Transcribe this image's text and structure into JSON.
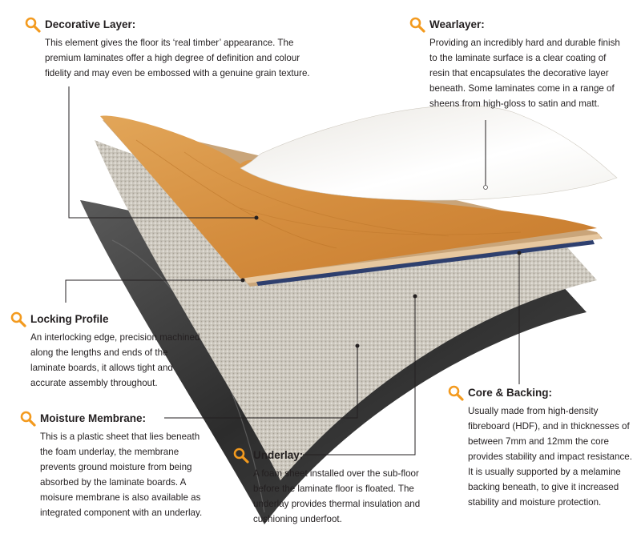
{
  "callouts": {
    "decorative": {
      "title": "Decorative Layer:",
      "body": "This element gives the floor its ‘real timber’ appearance. The premium laminates offer a high degree of definition and colour fidelity and may even be embossed with a genuine grain texture."
    },
    "wearlayer": {
      "title": "Wearlayer:",
      "body": "Providing an incredibly hard and durable finish to the laminate surface is a clear coating of resin that encapsulates the decorative layer beneath. Some laminates come in a range of sheens from high-gloss to satin and matt."
    },
    "locking": {
      "title": "Locking Profile",
      "body": "An interlocking edge, precision machined along the lengths and ends of the laminate boards, it allows tight and accurate assembly throughout."
    },
    "core": {
      "title": "Core & Backing:",
      "body": "Usually made from high-density fibreboard (HDF), and in thicknesses of between 7mm and 12mm the core provides stability and impact resistance. It is usually supported by a melamine backing beneath, to give it increased stability and moisture protection."
    },
    "moisture": {
      "title": "Moisture Membrane:",
      "body": "This is a plastic sheet that lies beneath the foam underlay, the membrane prevents ground moisture from being absorbed by the laminate boards. A moisure membrane is also available as integrated component with an underlay."
    },
    "underlay": {
      "title": "Underlay:",
      "body": "A foam sheet installed over the sub-floor before the laminate floor is floated. The underlay provides thermal insulation and cushioning underfoot."
    }
  },
  "icon_name": "magnifier-icon",
  "colors": {
    "accent": "#f39a1e",
    "text": "#231f20",
    "wood": "#d9923f",
    "core_edge": "#2e3f6e",
    "membrane": "#3a3a3a"
  }
}
